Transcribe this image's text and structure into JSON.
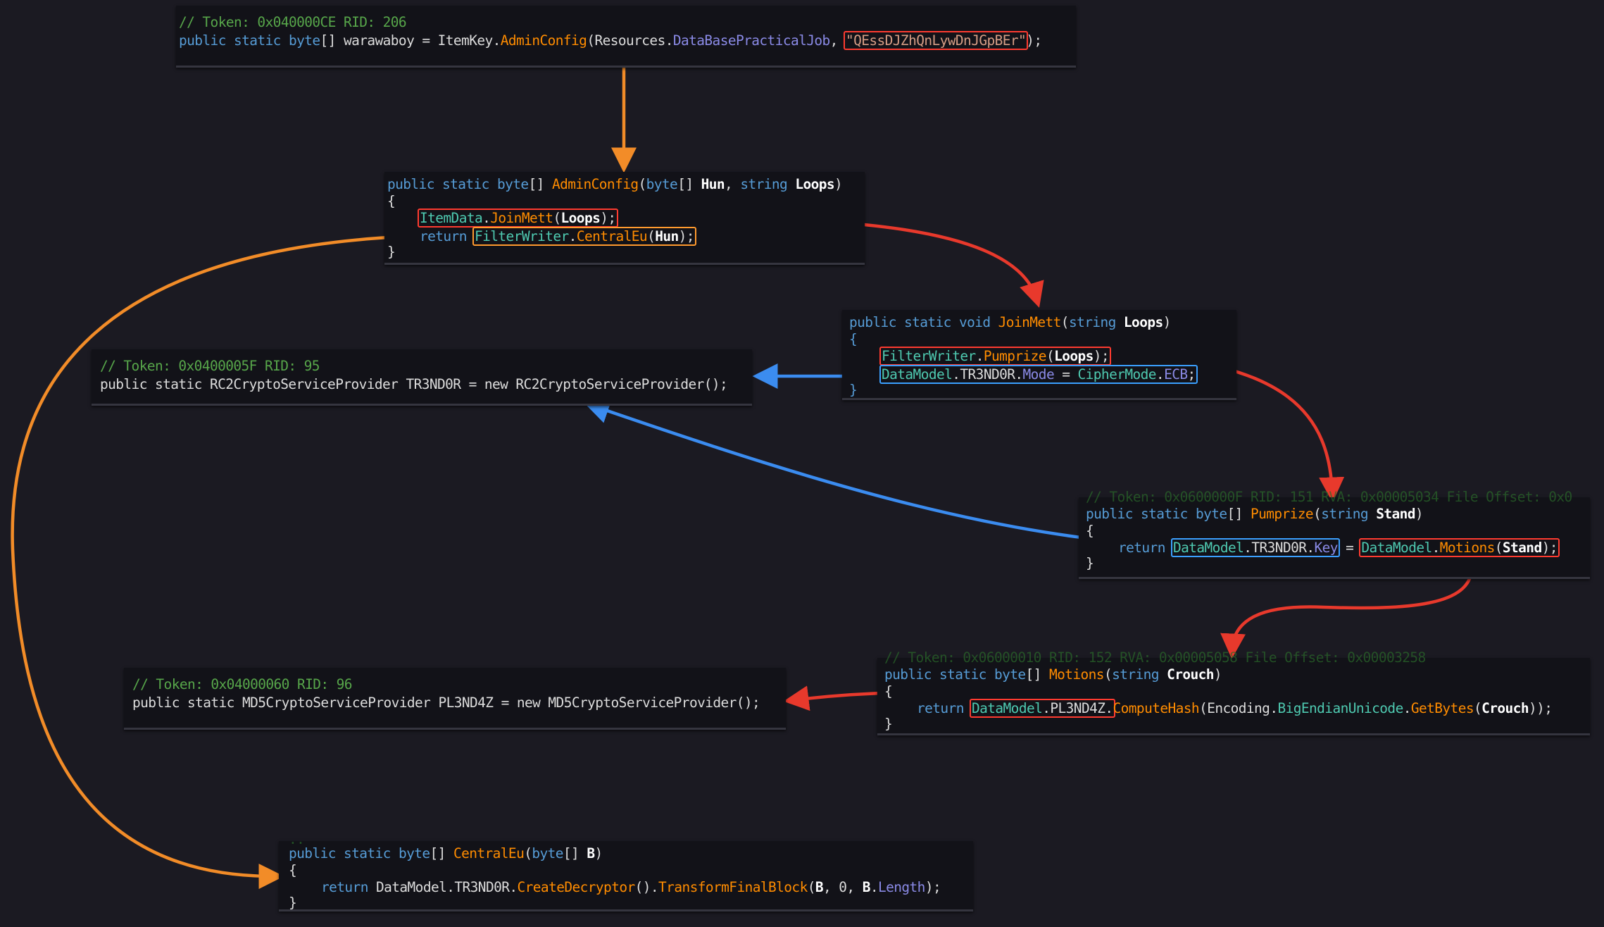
{
  "panels": {
    "warawaboy": {
      "comment": "// Token: 0x040000CE RID: 206",
      "kw1": "public static ",
      "kw2": "byte",
      "txt1": "[] warawaboy = ItemKey.",
      "method": "AdminConfig",
      "txt2": "(Resources.",
      "prop": "DataBasePracticalJob",
      "txt3": ", ",
      "str": "\"QEssDJZhQnLywDnJGpBEr\"",
      "txt4": ");"
    },
    "adminconfig": {
      "sig_kw": "public static byte",
      "sig_a": "[] ",
      "sig_method": "AdminConfig",
      "sig_b": "(",
      "sig_kw2": "byte",
      "sig_c": "[] ",
      "sig_p1": "Hun",
      "sig_d": ", ",
      "sig_kw3": "string",
      "sig_e": " ",
      "sig_p2": "Loops",
      "sig_f": ")",
      "open": "{",
      "close": "}",
      "l1_type": "ItemData",
      "l1_dot": ".",
      "l1_method": "JoinMett",
      "l1_a": "(",
      "l1_arg": "Loops",
      "l1_b": ");",
      "l2_kw": "return ",
      "l2_type": "FilterWriter",
      "l2_dot": ".",
      "l2_method": "CentralEu",
      "l2_a": "(",
      "l2_arg": "Hun",
      "l2_b": ");"
    },
    "joinmett": {
      "sig_kw": "public static void ",
      "sig_method": "JoinMett",
      "sig_a": "(",
      "sig_kw2": "string",
      "sig_b": " ",
      "sig_p": "Loops",
      "sig_c": ")",
      "open": "{",
      "close": "}",
      "l1_type": "FilterWriter",
      "l1_dot": ".",
      "l1_method": "Pumprize",
      "l1_a": "(",
      "l1_arg": "Loops",
      "l1_b": ");",
      "l2_type": "DataModel",
      "l2_dot": ".",
      "l2_field": "TR3ND0R",
      "l2_dot2": ".",
      "l2_prop": "Mode",
      "l2_eq": " = ",
      "l2_type2": "CipherMode",
      "l2_dot3": ".",
      "l2_enum": "ECB",
      "l2_end": ";"
    },
    "rc2": {
      "comment": "// Token: 0x0400005F RID: 95",
      "text": "public static RC2CryptoServiceProvider TR3ND0R = new RC2CryptoServiceProvider();"
    },
    "pumprize": {
      "header": "// Token: 0x0600000F RID: 151 RVA: 0x00005034 File Offset: 0x0",
      "sig_kw": "public static byte",
      "sig_a": "[] ",
      "sig_method": "Pumprize",
      "sig_b": "(",
      "sig_kw2": "string",
      "sig_c": " ",
      "sig_p": "Stand",
      "sig_d": ")",
      "open": "{",
      "close": "}",
      "ret": "return ",
      "b1_type": "DataModel",
      "b1_dot": ".",
      "b1_field": "TR3ND0R",
      "b1_dot2": ".",
      "b1_prop": "Key",
      "eq": " = ",
      "b2_type": "DataModel",
      "b2_dot": ".",
      "b2_method": "Motions",
      "b2_a": "(",
      "b2_arg": "Stand",
      "b2_b": ");"
    },
    "motions": {
      "header": "// Token: 0x06000010 RID: 152 RVA: 0x00005058 File Offset: 0x00003258",
      "sig_kw": "public static byte",
      "sig_a": "[] ",
      "sig_method": "Motions",
      "sig_b": "(",
      "sig_kw2": "string",
      "sig_c": " ",
      "sig_p": "Crouch",
      "sig_d": ")",
      "open": "{",
      "close": "}",
      "ret": "return ",
      "b_type": "DataModel",
      "b_dot": ".",
      "b_field": "PL3ND4Z",
      "b_dot2": ".",
      "m1": "ComputeHash",
      "a1": "(Encoding.",
      "p1": "BigEndianUnicode",
      "dot3": ".",
      "m2": "GetBytes",
      "a2": "(",
      "arg": "Crouch",
      "a3": "));"
    },
    "md5": {
      "comment": "// Token: 0x04000060 RID: 96",
      "text": "public static MD5CryptoServiceProvider PL3ND4Z = new MD5CryptoServiceProvider();"
    },
    "centraleu": {
      "header": "..",
      "sig_kw": "public static byte",
      "sig_a": "[] ",
      "sig_method": "CentralEu",
      "sig_b": "(",
      "sig_kw2": "byte",
      "sig_c": "[] ",
      "sig_p": "B",
      "sig_d": ")",
      "open": "{",
      "close": "}",
      "ret": "return ",
      "t1": "DataModel.",
      "f1": "TR3ND0R",
      "d1": ".",
      "m1": "CreateDecryptor",
      "d2": "().",
      "m2": "TransformFinalBlock",
      "a1": "(",
      "arg1": "B",
      "a2": ", 0, ",
      "arg2": "B",
      "d3": ".",
      "p": "Length",
      "a3": ");"
    }
  },
  "colors": {
    "background": "#1b1a22",
    "panel": "#121218",
    "arrow_orange": "#f28c28",
    "arrow_red": "#e8392c",
    "arrow_blue": "#3b8cf0"
  }
}
